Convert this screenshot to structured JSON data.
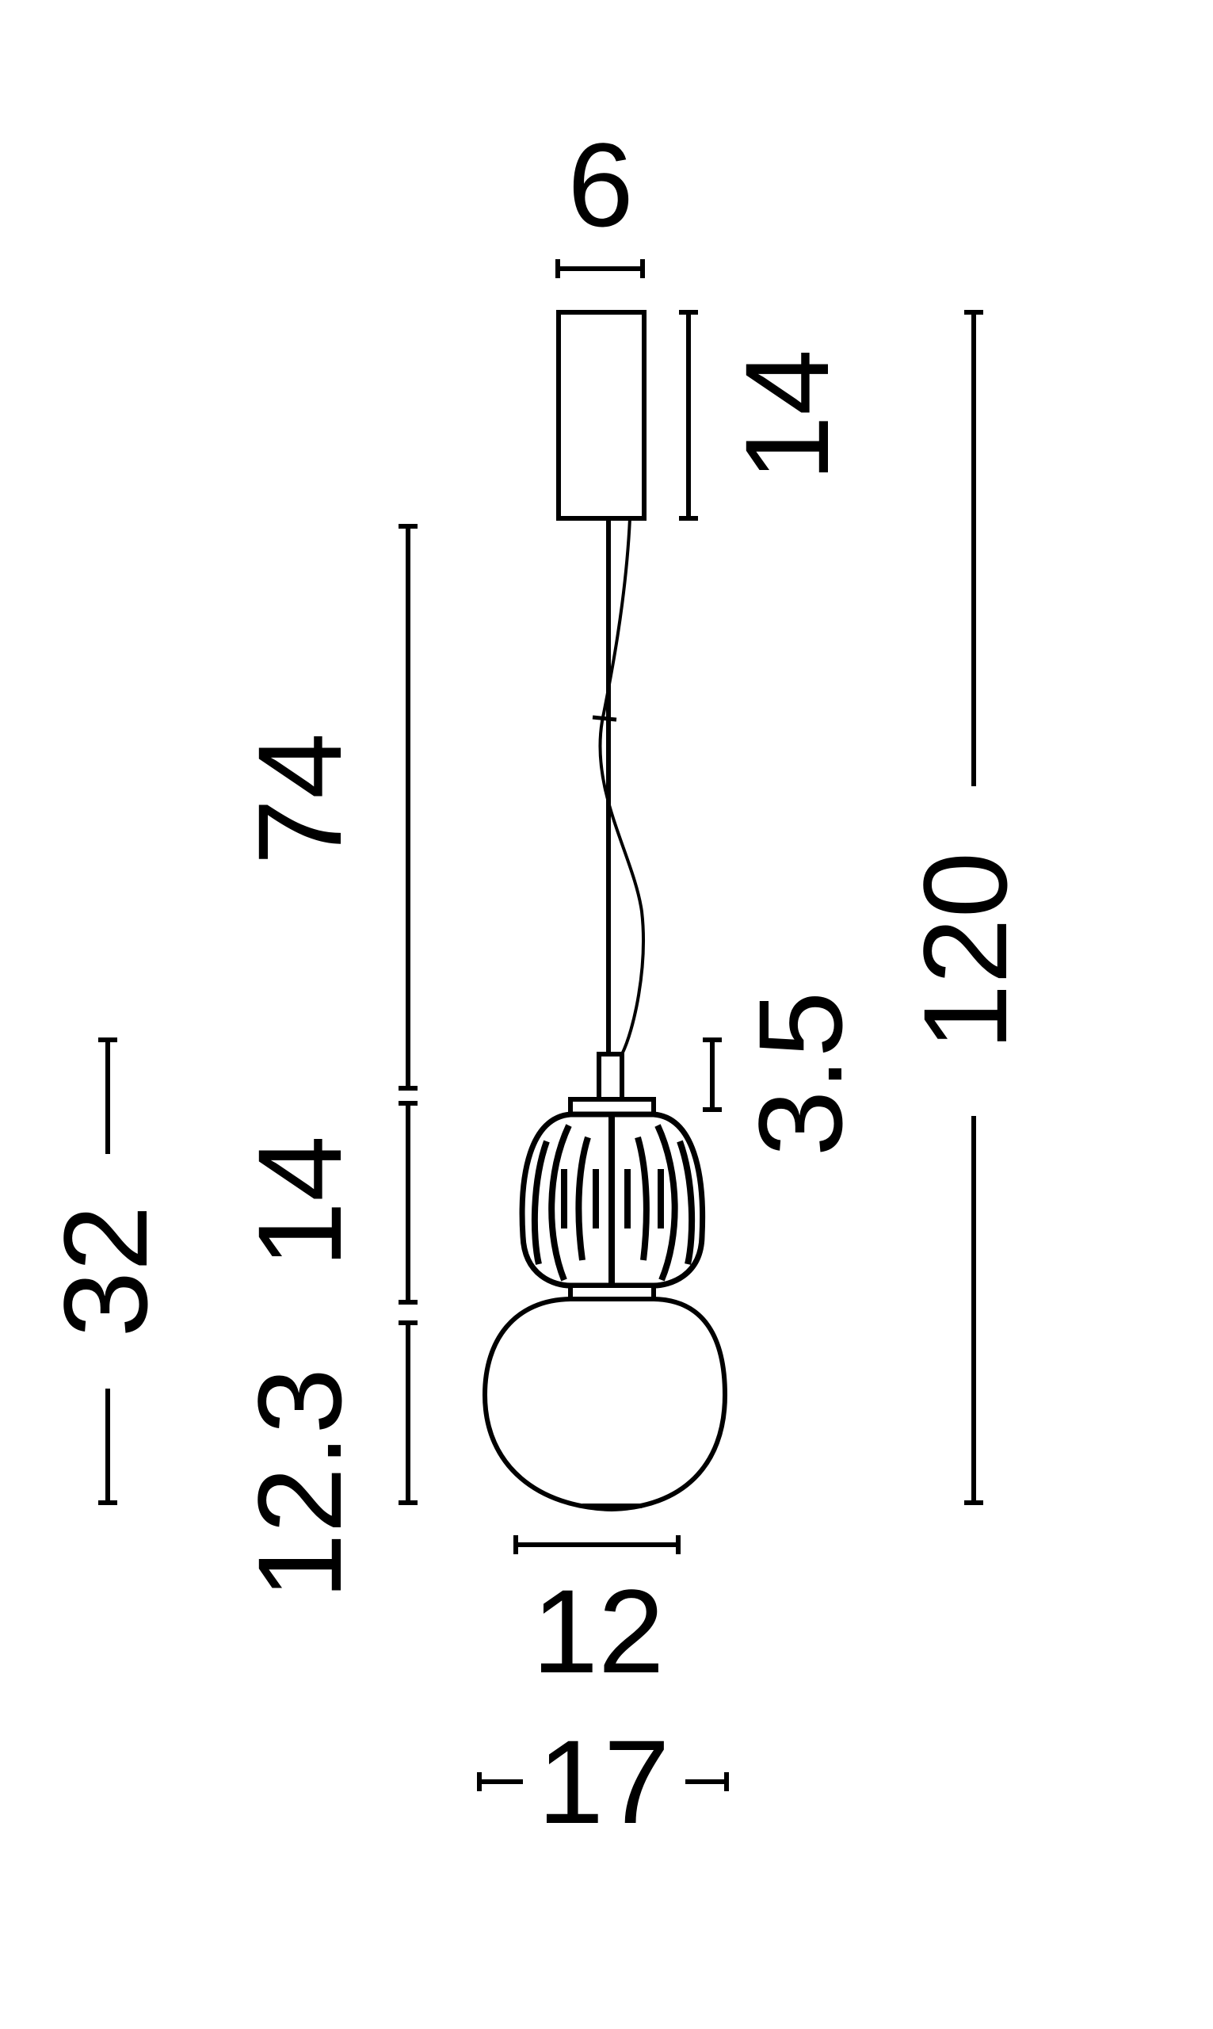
{
  "dimensions": {
    "canopy_width": "6",
    "canopy_height": "14",
    "total_height": "120",
    "cable_length": "74",
    "shade_height": "14",
    "globe_height": "12.3",
    "lamp_height": "32",
    "connector_height": "3.5",
    "globe_diameter": "12",
    "shade_diameter": "17"
  },
  "colors": {
    "line": "#000000",
    "background": "#ffffff"
  }
}
